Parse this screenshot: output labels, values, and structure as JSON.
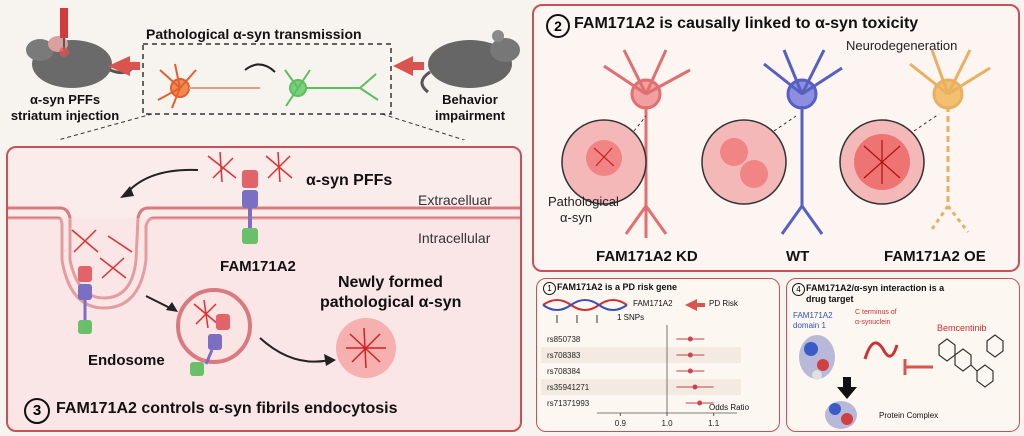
{
  "top": {
    "injection_line1": "α-syn PFFs",
    "injection_line2": "striatum injection",
    "transmission_title": "Pathological α-syn transmission",
    "behavior_line1": "Behavior",
    "behavior_line2": "impairment"
  },
  "panel3": {
    "pffs_label": "α-syn PFFs",
    "extracellular": "Extracelluar",
    "intracellular": "Intracellular",
    "receptor_label": "FAM171A2",
    "newly_line1": "Newly formed",
    "newly_line2": "pathological α-syn",
    "endosome": "Endosome",
    "title": "FAM171A2 controls α-syn fibrils endocytosis",
    "number": "3"
  },
  "panel2": {
    "number": "2",
    "title": "FAM171A2 is causally linked to α-syn toxicity",
    "neurodegeneration": "Neurodegeneration",
    "pathological_line1": "Pathological",
    "pathological_line2": "α-syn",
    "kd": "FAM171A2 KD",
    "wt": "WT",
    "oe": "FAM171A2 OE"
  },
  "panel1": {
    "number": "1",
    "title": "FAM171A2 is a PD risk gene",
    "gene_label": "FAM171A2",
    "risk_label": "PD Risk",
    "snps_label": "1 SNPs",
    "axis_label": "Odds Ratio",
    "snps": [
      "rs850738",
      "rs708383",
      "rs708384",
      "rs35941271",
      "rs71371993"
    ]
  },
  "panel4": {
    "number": "4",
    "title_line1": "FAM171A2/α-syn interaction is a",
    "title_line2": "drug target",
    "domain_line1": "FAM171A2",
    "domain_line2": "domain 1",
    "cterm_line1": "C terminus of",
    "cterm_line2": "α-synuclein",
    "drug": "Bemcentinib",
    "complex": "Protein Complex"
  },
  "colors": {
    "panel_border": "#c8505a",
    "panel_fill": "#fbecec",
    "accent_red": "#e03030",
    "arrow_red": "#d9534f",
    "receptor_red": "#e2646a",
    "receptor_blue": "#7b6fc4",
    "receptor_green": "#6ac06a"
  },
  "chart_data": {
    "type": "forest",
    "xlabel": "Odds Ratio",
    "xlim": [
      0.85,
      1.15
    ],
    "xticks": [
      0.9,
      1.0,
      1.1
    ],
    "reference_line": 1.0,
    "categories": [
      "rs850738",
      "rs708383",
      "rs708384",
      "rs35941271",
      "rs71371993"
    ],
    "odds_ratios": [
      1.05,
      1.05,
      1.05,
      1.06,
      1.07
    ],
    "ci_low": [
      1.02,
      1.02,
      1.02,
      1.02,
      1.04
    ],
    "ci_high": [
      1.08,
      1.08,
      1.08,
      1.1,
      1.1
    ]
  }
}
